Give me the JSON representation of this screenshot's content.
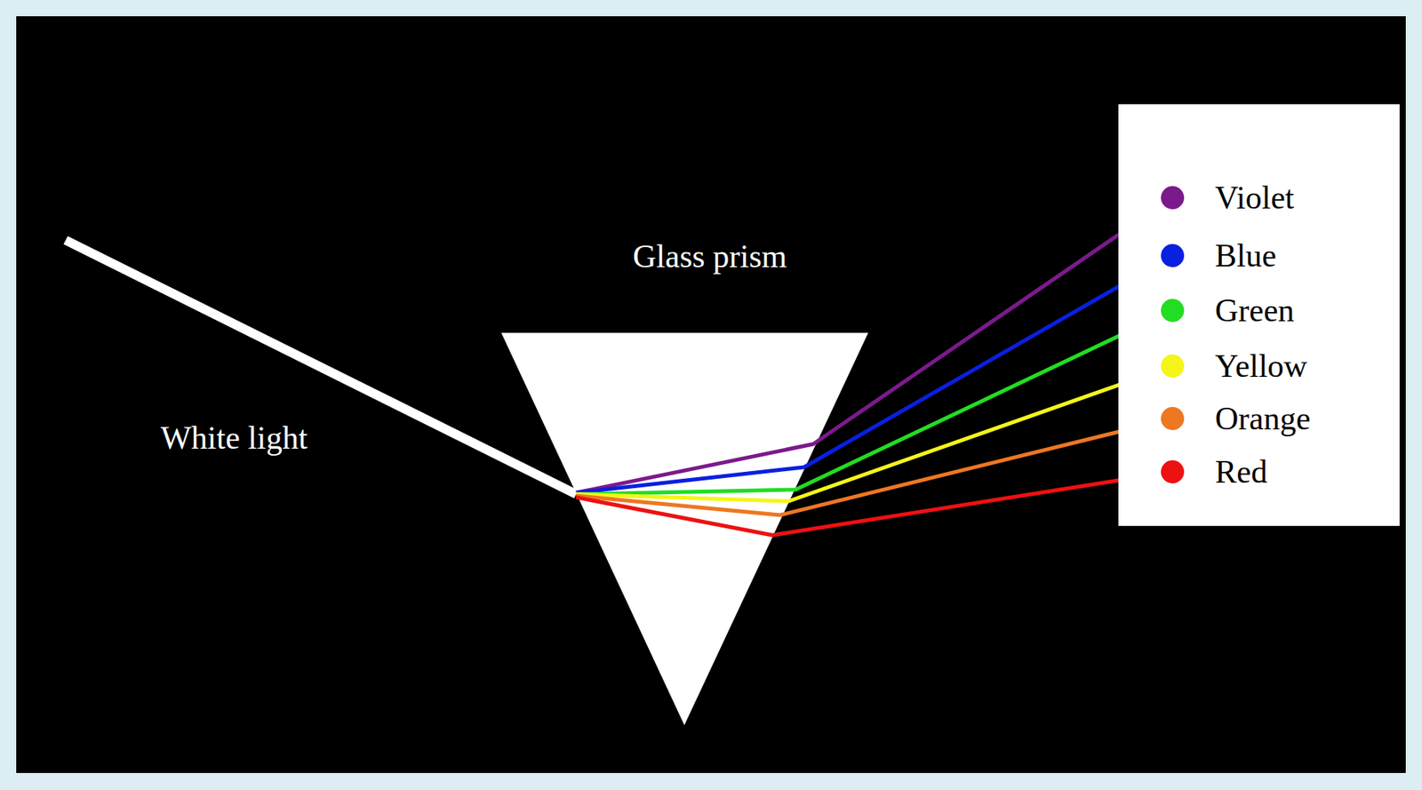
{
  "diagram": {
    "labels": [
      "White light",
      "Glass prism"
    ],
    "legend": [
      {
        "text": "Violet",
        "color": "#7b1a8c"
      },
      {
        "text": "Blue",
        "color": "#0a1fe0"
      },
      {
        "text": "Green",
        "color": "#22dd22"
      },
      {
        "text": "Yellow",
        "color": "#f5f51a"
      },
      {
        "text": "Orange",
        "color": "#ee7722"
      },
      {
        "text": "Red",
        "color": "#ee1111"
      }
    ]
  }
}
